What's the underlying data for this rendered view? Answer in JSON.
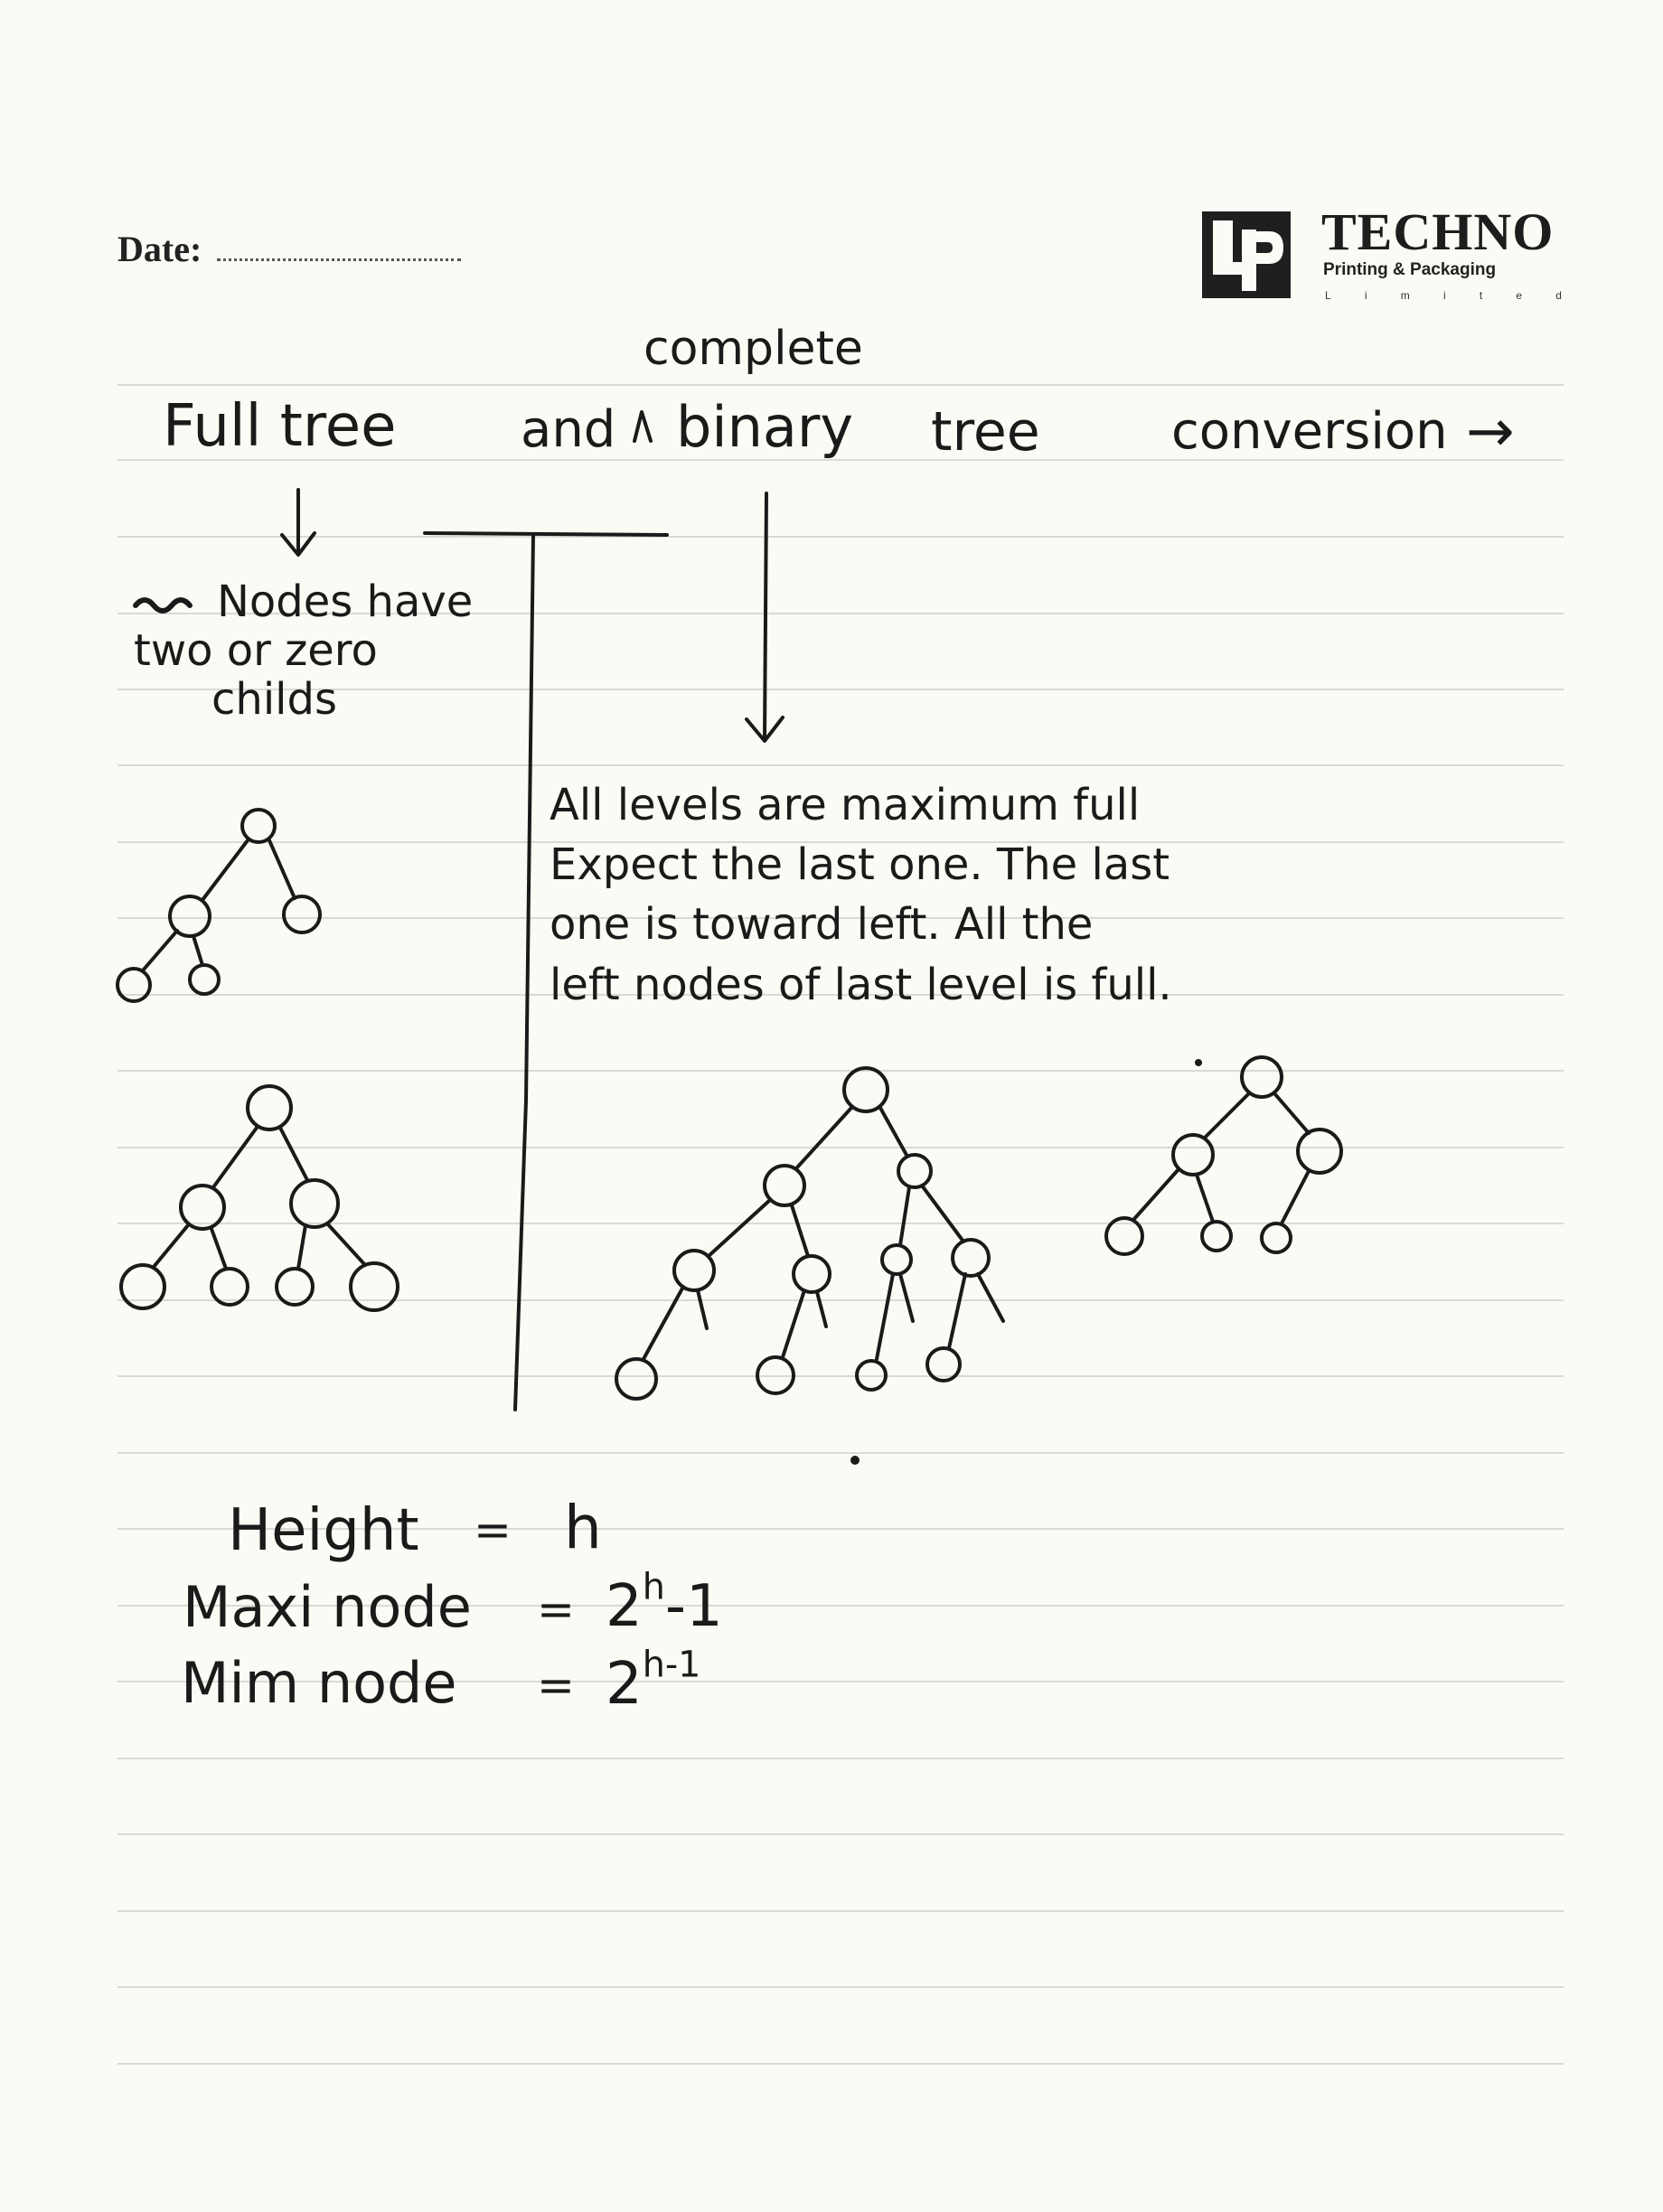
{
  "header": {
    "date_label": "Date:",
    "logo": {
      "brand": "TECHNO",
      "subtitle": "Printing & Packaging",
      "limited": "Limited"
    }
  },
  "notes": {
    "insertion": "complete",
    "title_part1": "Full tree",
    "title_part2": "and",
    "title_part3": "binary",
    "title_part4": "tree",
    "title_part5": "conversion",
    "title_arrow": "→",
    "full_tree_text": [
      "Nodes have",
      "two or zero",
      "childs"
    ],
    "complete_tree_text": [
      "All levels are maximum full",
      "Expect the last one. The last",
      "one is toward left. All the",
      "left nodes of last level is full."
    ],
    "formulas": {
      "height_label": "Height",
      "height_value": "h",
      "max_label": "Maxi node",
      "max_base": "2",
      "max_exp": "h",
      "max_suffix": "-1",
      "min_label": "Mim node",
      "min_base": "2",
      "min_exp": "h-1",
      "equals": "="
    }
  },
  "style": {
    "paper": "#fbfaf4",
    "rule_color": "#d9dad6",
    "ink": "#1a1a1a"
  }
}
